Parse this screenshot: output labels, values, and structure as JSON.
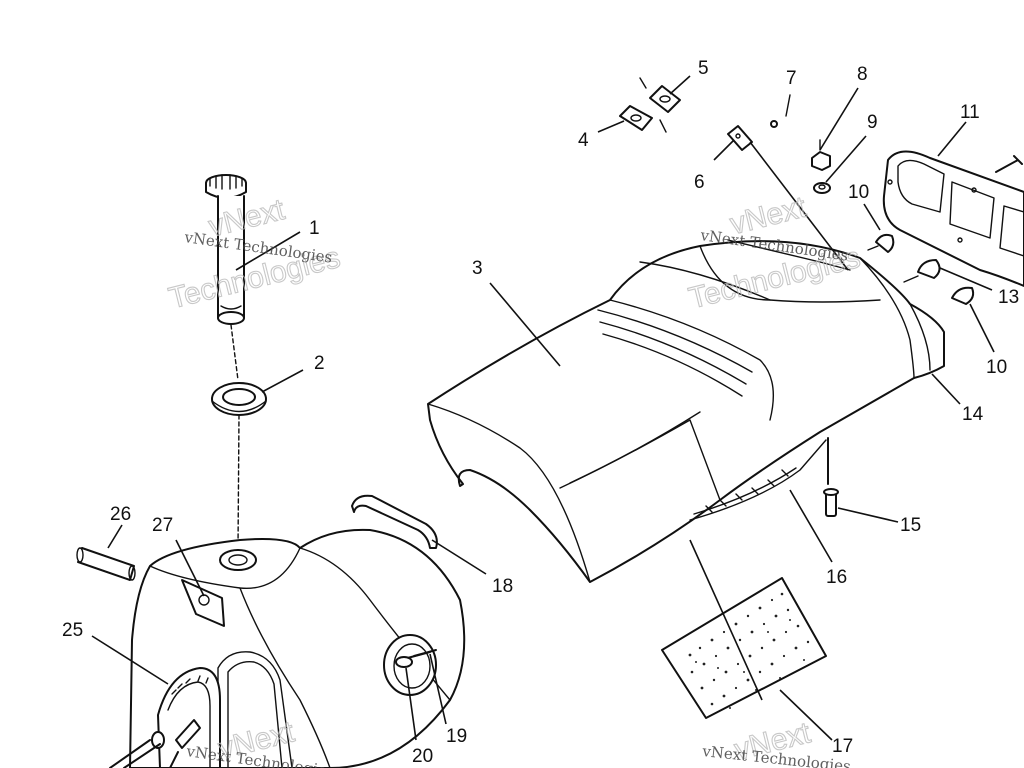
{
  "watermark": {
    "line_small": "vNext Technologies",
    "line_big_top": "vNext",
    "line_big_bottom": "Technologies"
  },
  "callouts": [
    {
      "id": "1",
      "label": "1"
    },
    {
      "id": "2",
      "label": "2"
    },
    {
      "id": "3",
      "label": "3"
    },
    {
      "id": "4",
      "label": "4"
    },
    {
      "id": "5",
      "label": "5"
    },
    {
      "id": "6",
      "label": "6"
    },
    {
      "id": "7",
      "label": "7"
    },
    {
      "id": "8",
      "label": "8"
    },
    {
      "id": "9",
      "label": "9"
    },
    {
      "id": "10a",
      "label": "10"
    },
    {
      "id": "10b",
      "label": "10"
    },
    {
      "id": "11",
      "label": "11"
    },
    {
      "id": "13",
      "label": "13"
    },
    {
      "id": "14",
      "label": "14"
    },
    {
      "id": "15",
      "label": "15"
    },
    {
      "id": "16",
      "label": "16"
    },
    {
      "id": "17",
      "label": "17"
    },
    {
      "id": "18",
      "label": "18"
    },
    {
      "id": "19",
      "label": "19"
    },
    {
      "id": "20",
      "label": "20"
    },
    {
      "id": "25",
      "label": "25"
    },
    {
      "id": "26",
      "label": "26"
    },
    {
      "id": "27",
      "label": "27"
    }
  ]
}
